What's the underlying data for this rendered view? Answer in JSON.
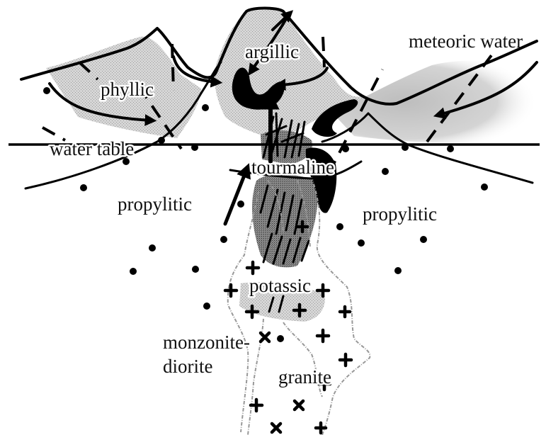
{
  "labels": {
    "argillic": "argillic",
    "phyllic": "phyllic",
    "meteoric_water": "meteoric water",
    "water_table": "water table",
    "tourmaline": "tourmaline",
    "propylitic_left": "propylitic",
    "propylitic_right": "propylitic",
    "potassic": "potassic",
    "monzonite_diorite_line1": "monzonite-",
    "monzonite_diorite_line2": "diorite",
    "granite": "granite"
  },
  "colors": {
    "line": "#000000",
    "alteration_stipple": "#c8c8c8",
    "intrusion_outline": "#999999",
    "background": "#ffffff"
  },
  "icons": {
    "flow_arrow": "arrow",
    "granite_symbol": "plus-sign",
    "diorite_symbol": "x-sign",
    "propylitic_symbol": "dot"
  }
}
